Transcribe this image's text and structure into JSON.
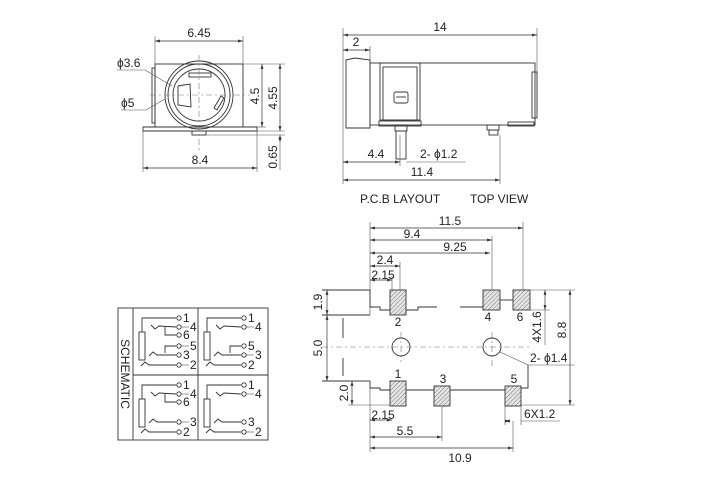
{
  "front_view": {
    "width_top": "6.45",
    "width_bottom": "8.4",
    "height_inner": "4.5",
    "height_outer": "4.55",
    "flange_height": "0.65",
    "dia_inner": "ϕ3.6",
    "dia_outer": "ϕ5"
  },
  "top_view": {
    "length": "14",
    "front_lip": "2",
    "pin1_offset": "4.4",
    "pin_dia": "2- ϕ1.2",
    "pin2_offset": "11.4",
    "caption_pcb": "P.C.B LAYOUT",
    "caption_top": "TOP VIEW"
  },
  "pcb_layout": {
    "dims": {
      "w_11_5": "11.5",
      "w_9_4": "9.4",
      "w_9_25": "9.25",
      "w_2_4": "2.4",
      "w_2_15_top": "2.15",
      "h_1_9": "1.9",
      "h_5_0": "5.0",
      "h_2_0": "2.0",
      "w_2_15_bottom": "2.15",
      "w_5_5": "5.5",
      "w_10_9": "10.9",
      "h_8_8": "8.8",
      "pad_top": "4X1.6",
      "holes": "2- ϕ1.4",
      "pad_bottom": "6X1.2"
    },
    "pads": [
      "1",
      "2",
      "3",
      "4",
      "5",
      "6"
    ]
  },
  "schematic": {
    "title": "SCHEMATIC",
    "cells": [
      {
        "pins": [
          "1",
          "4",
          "6",
          "5",
          "3",
          "2"
        ]
      },
      {
        "pins": [
          "1",
          "4",
          "5",
          "3",
          "2"
        ]
      },
      {
        "pins": [
          "1",
          "4",
          "6",
          "3",
          "2"
        ]
      },
      {
        "pins": [
          "1",
          "4",
          "3",
          "2"
        ]
      }
    ]
  }
}
